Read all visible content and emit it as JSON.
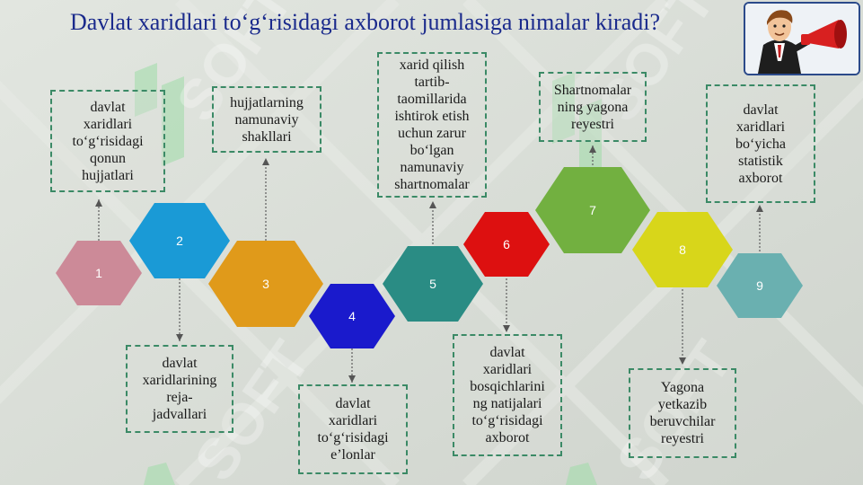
{
  "title": "Davlat xaridlari to‘g‘risidagi axborot jumlasiga nimalar kiradi?",
  "watermark": "SOFT",
  "steps": [
    {
      "num": "1",
      "color": "#cc8a98",
      "label": "davlat\nxaridlari\nto‘g‘risidagi\nqonun\nhujjatlari"
    },
    {
      "num": "2",
      "color": "#1a9ad6",
      "label": "davlat\nxaridlarining\nreja-\njadvallari"
    },
    {
      "num": "3",
      "color": "#e09a1a",
      "label": "hujjatlarning\nnamunaviy\nshakllari"
    },
    {
      "num": "4",
      "color": "#1a1acc",
      "label": "davlat\nxaridlari\nto‘g‘risidagi\ne’lonlar"
    },
    {
      "num": "5",
      "color": "#2a8c84",
      "label": "xarid qilish\ntartib-\ntaomillarida\nishtirok etish\nuchun zarur\nbo‘lgan\nnamunaviy\nshartnomalar"
    },
    {
      "num": "6",
      "color": "#dd1010",
      "label": "davlat\nxaridlari\nbosqichlarini\nng natijalari\nto‘g‘risidagi\naxborot"
    },
    {
      "num": "7",
      "color": "#72b040",
      "label": "Shartnomalar\nning yagona\nreyestri"
    },
    {
      "num": "8",
      "color": "#d8d61a",
      "label": "Yagona\nyetkazib\nberuvchilar\nreyestri"
    },
    {
      "num": "9",
      "color": "#6ab0b0",
      "label": "davlat\nxaridlari\nbo‘yicha\nstatistik\naxborot"
    }
  ],
  "colors": {
    "title": "#1a2a8c",
    "box_border": "#3b8a66",
    "background": "#d8dcd6"
  }
}
